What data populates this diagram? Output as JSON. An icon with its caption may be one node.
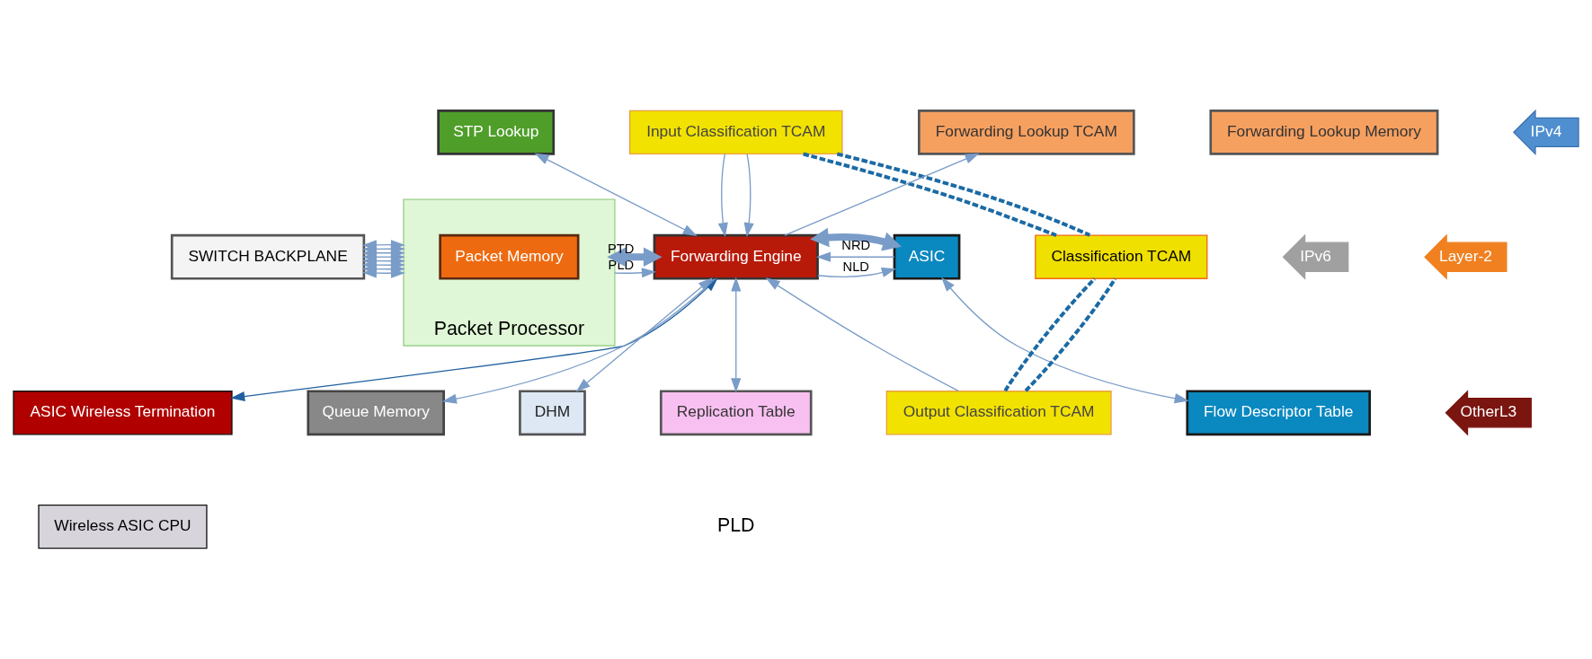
{
  "diagram": {
    "nodes": [
      {
        "text": [
          "SWITCH BACKPLANE"
        ]
      },
      {
        "text": [
          "Packet Processor"
        ]
      },
      {
        "text": [
          "Packet Memory"
        ],
        "in": 1
      },
      {
        "text": [
          "STP Lookup"
        ]
      },
      {
        "text": [
          "Input Classification TCAM"
        ]
      },
      {
        "text": [
          "Forwarding Lookup TCAM"
        ]
      },
      {
        "text": [
          "Forwarding Lookup Memory"
        ]
      },
      {
        "text": [
          "Forwarding Engine"
        ]
      },
      {
        "text": [
          "ASIC"
        ]
      },
      {
        "text": [
          "Classification TCAM"
        ]
      },
      {
        "text": [
          "IPv4"
        ]
      },
      {
        "text": [
          "IPv6"
        ]
      },
      {
        "text": [
          "Layer-2"
        ]
      },
      {
        "text": [
          "OtherL3"
        ]
      },
      {
        "text": [
          "ASIC Wireless Termination"
        ]
      },
      {
        "text": [
          "Wireless ASIC CPU"
        ]
      },
      {
        "text": [
          "Queue Memory"
        ]
      },
      {
        "text": [
          "DHM"
        ]
      },
      {
        "text": [
          "Replication Table"
        ]
      },
      {
        "text": [
          "Output Classification TCAM"
        ]
      },
      {
        "text": [
          "Flow Descriptor Table"
        ]
      }
    ],
    "edges": [
      {
        "from": 0,
        "to": 1,
        "arrow": "both"
      },
      {
        "from": 0,
        "to": 1,
        "arrow": "both"
      },
      {
        "from": 0,
        "to": 1,
        "arrow": "both"
      },
      {
        "from": 0,
        "to": 1,
        "arrow": "both"
      },
      {
        "from": 0,
        "to": 1,
        "arrow": "both"
      },
      {
        "from": 0,
        "to": 1,
        "arrow": "both"
      },
      {
        "from": 0,
        "to": 1,
        "arrow": "both"
      },
      {
        "from": 0,
        "to": 1,
        "arrow": "both"
      },
      {
        "from": 1,
        "to": 7,
        "arrow": "to",
        "label": "PLD"
      },
      {
        "from": 1,
        "to": 7,
        "arrow": "both",
        "style": "thick"
      },
      {
        "from": 7,
        "to": 1,
        "arrow": "to",
        "label": "PTD"
      },
      {
        "from": 7,
        "to": 14,
        "arrow": "both",
        "color": "#1f5fa0"
      },
      {
        "from": 7,
        "to": 16,
        "arrow": "to"
      },
      {
        "from": 3,
        "to": 7,
        "arrow": "both"
      },
      {
        "from": 4,
        "to": 7,
        "arrow": "to"
      },
      {
        "from": 4,
        "to": 7,
        "arrow": "to"
      },
      {
        "from": 7,
        "to": 5,
        "arrow": "to"
      },
      {
        "from": 7,
        "to": 17,
        "arrow": "both"
      },
      {
        "from": 7,
        "to": 18,
        "arrow": "both"
      },
      {
        "from": 19,
        "to": 7,
        "arrow": "to"
      },
      {
        "from": 7,
        "to": 8,
        "arrow": "to",
        "label": "NLD"
      },
      {
        "from": 7,
        "to": 8,
        "arrow": "both",
        "style": "thick"
      },
      {
        "from": 8,
        "to": 7,
        "arrow": "to",
        "label": "NRD"
      },
      {
        "from": 8,
        "to": 20,
        "arrow": "both"
      },
      {
        "from": 4,
        "to": 9,
        "arrow": "none",
        "style": "dashed",
        "color": "#1b6aa5"
      },
      {
        "from": 4,
        "to": 9,
        "arrow": "none",
        "style": "dashed",
        "color": "#1b6aa5"
      },
      {
        "from": 19,
        "to": 9,
        "arrow": "none",
        "style": "dashed",
        "color": "#1b6aa5"
      },
      {
        "from": 19,
        "to": 9,
        "arrow": "none",
        "style": "dashed",
        "color": "#1b6aa5"
      }
    ],
    "labels": [
      "PLD"
    ]
  }
}
